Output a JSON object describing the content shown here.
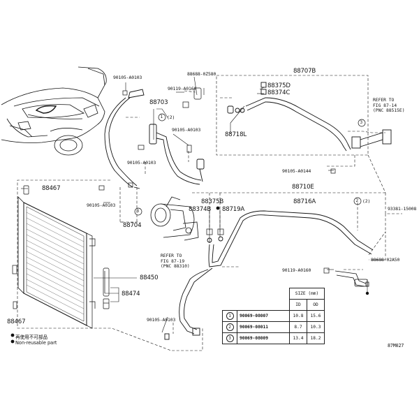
{
  "labels": {
    "p88707b": "88707B",
    "p88688_0z580": "88688-0Z580",
    "p90119_a0160_top": "90119-A0160",
    "p88375d": "88375D",
    "p88374c": "88374C",
    "p88718l": "88718L",
    "p90105_a0103_a": "90105-A0103",
    "p88703": "88703",
    "c2_a": "(2)",
    "p90105_a0103_b": "90105-A0103",
    "p90105_a0103_c": "90105-A0103",
    "p90105_a0103_d": "90105-A0103",
    "p90105_a0103_e": "90105-A0103",
    "p88467_top": "88467",
    "p88704": "88704",
    "p88710e": "88710E",
    "p88375b": "88375B",
    "p88374b": "88374B",
    "p88719a": "88719A",
    "p88716a": "88716A",
    "c2_b": "(2)",
    "p93381_15008": "93381-15008",
    "p90105_a0144": "90105-A0144",
    "p88688_02a50": "88688-02A50",
    "p90119_a0160_bot": "90119-A0160",
    "p88450": "88450",
    "p88474": "88474",
    "p88467_bot": "88467",
    "fig_code": "87M027"
  },
  "refs": {
    "ref_right": "REFER TO\nFIG 87-14\n(PNC 88515E)",
    "ref_compressor": "REFER TO\nFIG 87-19\n(PNC 88310)"
  },
  "callouts": {
    "c1": "1",
    "c2a": "2",
    "c3a": "3",
    "c3b": "3",
    "c2b": "2"
  },
  "table": {
    "size_title": "SIZE (mm)",
    "col_id": "ID",
    "col_od": "OD",
    "rows": [
      {
        "num": "1",
        "part": "90069-08007",
        "id": "10.8",
        "od": "15.6"
      },
      {
        "num": "2",
        "part": "90069-08011",
        "id": "8.7",
        "od": "10.3"
      },
      {
        "num": "3",
        "part": "90069-08009",
        "id": "13.4",
        "od": "18.2"
      }
    ]
  },
  "legend": {
    "cn": "再使用不可部品",
    "en": "Non-reusable part"
  }
}
